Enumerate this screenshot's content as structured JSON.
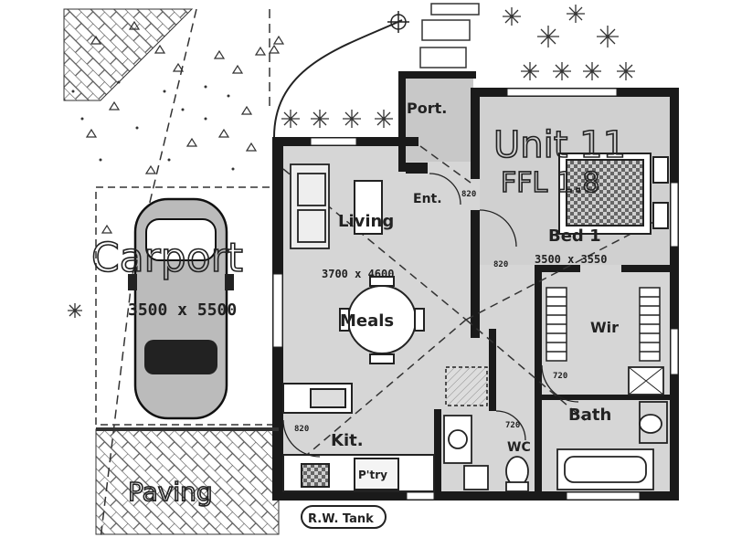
{
  "unit": {
    "title": "Unit 11",
    "ffl": "FFL 1.8"
  },
  "rooms": {
    "porch": "Port.",
    "entry": "Ent.",
    "living": "Living",
    "living_dims": "3700 x 4600",
    "meals": "Meals",
    "kitchen": "Kit.",
    "pantry": "P'try",
    "bed": "Bed 1",
    "bed_dims": "3500 x 3550",
    "wir": "Wir",
    "bath": "Bath",
    "wc": "WC"
  },
  "outdoor": {
    "carport": "Carport",
    "carport_dims": "3500 x 5500",
    "paving": "Paving",
    "tank": "R.W. Tank"
  },
  "door_widths": {
    "entry": "820",
    "bed": "820",
    "kitchen": "820",
    "bath": "720",
    "wc": "720"
  },
  "colors": {
    "wall": "#1a1a1a",
    "floor": "#d6d6d6",
    "line": "#222222"
  }
}
